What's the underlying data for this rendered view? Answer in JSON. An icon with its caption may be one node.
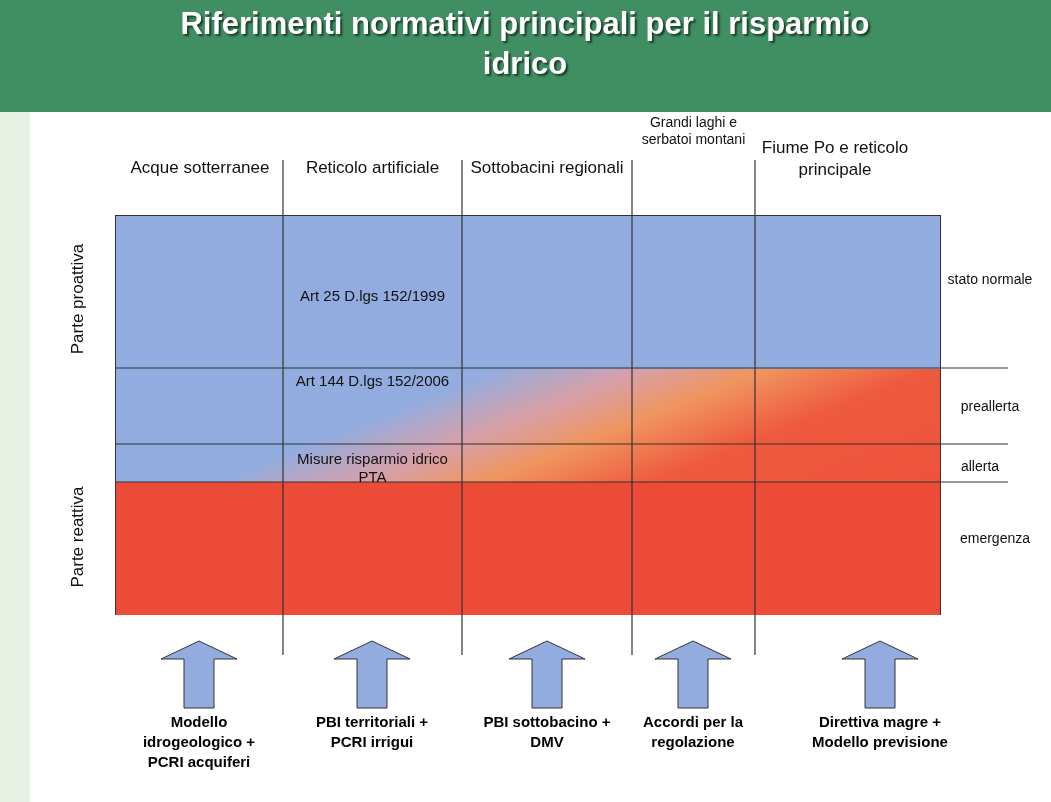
{
  "diagram": {
    "title": "Riferimenti normativi principali per il risparmio idrico",
    "nodes": [
      {
        "text": [],
        "shape": "box"
      },
      {
        "text": [
          "Modello idrogeologico + PCRI acquiferi"
        ]
      },
      {
        "text": [
          "PBI territoriali + PCRI irrigui"
        ]
      },
      {
        "text": [
          "PBI sottobacino + DMV"
        ]
      },
      {
        "text": [
          "Accordi per la regolazione"
        ]
      },
      {
        "text": [
          "Direttiva magre + Modello previsione"
        ]
      }
    ],
    "edges": [
      {
        "from": 1,
        "to": 0,
        "arrow": "to"
      },
      {
        "from": 2,
        "to": 0,
        "arrow": "to"
      },
      {
        "from": 3,
        "to": 0,
        "arrow": "to"
      },
      {
        "from": 4,
        "to": 0,
        "arrow": "to"
      },
      {
        "from": 5,
        "to": 0,
        "arrow": "to"
      }
    ],
    "labels": [
      "Acque sotterranee",
      "Reticolo artificiale",
      "Sottobacini regionali",
      "Grandi laghi e serbatoi montani",
      "Fiume Po e reticolo principale",
      "Parte proattiva",
      "Art 25 D.lgs 152/1999",
      "stato normale",
      "Art 144 D.lgs 152/2006",
      "preallerta",
      "Misure risparmio idrico PTA",
      "allerta",
      "Parte reattiva",
      "emergenza"
    ]
  }
}
